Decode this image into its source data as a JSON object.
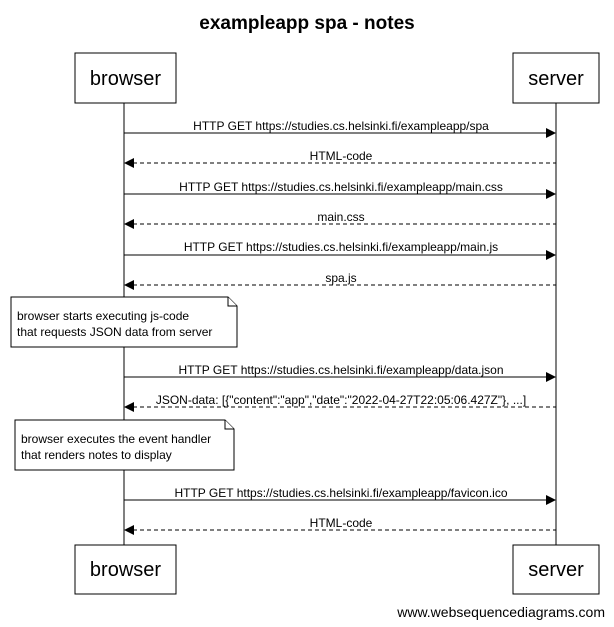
{
  "title": "exampleapp spa - notes",
  "actors": {
    "left": "browser",
    "right": "server"
  },
  "messages": [
    {
      "label": "HTTP GET https://studies.cs.helsinki.fi/exampleapp/spa",
      "direction": "request"
    },
    {
      "label": "HTML-code",
      "direction": "response"
    },
    {
      "label": "HTTP GET https://studies.cs.helsinki.fi/exampleapp/main.css",
      "direction": "request"
    },
    {
      "label": "main.css",
      "direction": "response"
    },
    {
      "label": "HTTP GET https://studies.cs.helsinki.fi/exampleapp/main.js",
      "direction": "request"
    },
    {
      "label": "spa.js",
      "direction": "response"
    },
    {
      "label": "HTTP GET https://studies.cs.helsinki.fi/exampleapp/data.json",
      "direction": "request"
    },
    {
      "label": "JSON-data: [{\"content\":\"app\",\"date\":\"2022-04-27T22:05:06.427Z\"}, ...]",
      "direction": "response"
    },
    {
      "label": "HTTP GET https://studies.cs.helsinki.fi/exampleapp/favicon.ico",
      "direction": "request"
    },
    {
      "label": "HTML-code",
      "direction": "response"
    }
  ],
  "notes": [
    {
      "lines": [
        "browser starts executing js-code",
        "that requests JSON data from server"
      ]
    },
    {
      "lines": [
        "browser executes the event handler",
        "that renders notes to display"
      ]
    }
  ],
  "footer": "www.websequencediagrams.com"
}
